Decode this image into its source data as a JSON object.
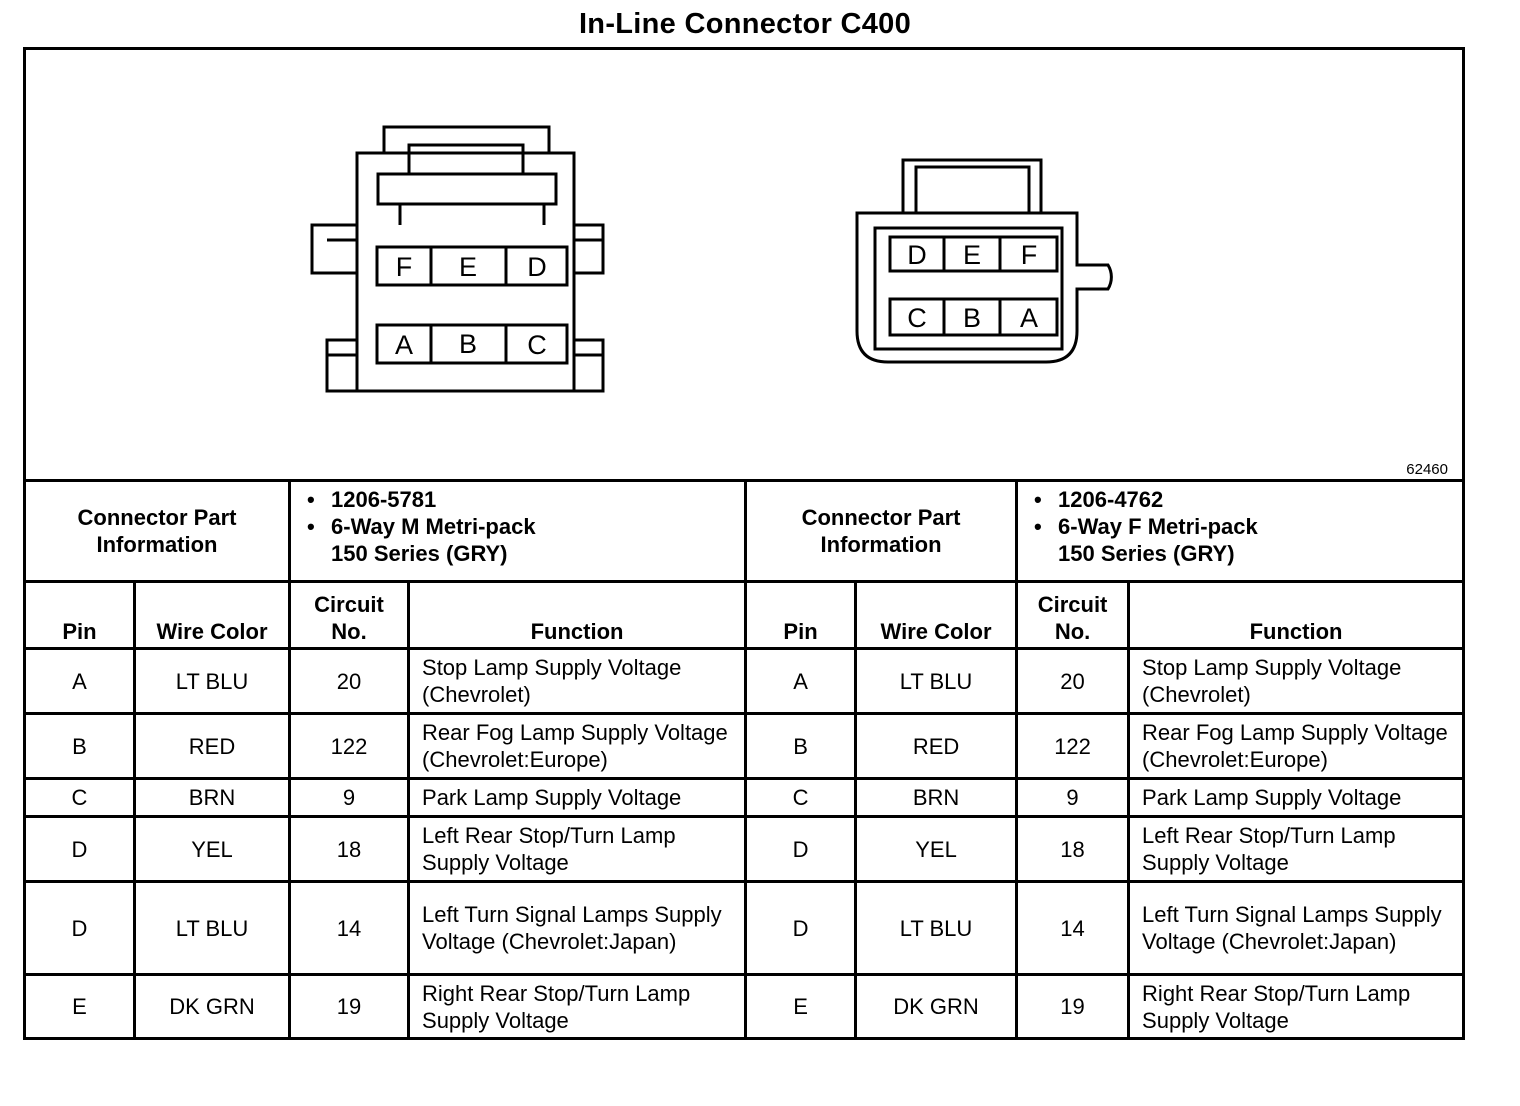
{
  "title": "In-Line Connector C400",
  "figure_number": "62460",
  "male_connector": {
    "top_row": [
      "F",
      "E",
      "D"
    ],
    "bottom_row": [
      "A",
      "B",
      "C"
    ]
  },
  "female_connector": {
    "top_row": [
      "D",
      "E",
      "F"
    ],
    "bottom_row": [
      "C",
      "B",
      "A"
    ]
  },
  "left": {
    "info_label": "Connector Part Information",
    "part_number": "1206-5781",
    "part_desc_line1": "6-Way M Metri-pack",
    "part_desc_line2": "150 Series (GRY)"
  },
  "right": {
    "info_label": "Connector Part Information",
    "part_number": "1206-4762",
    "part_desc_line1": "6-Way F Metri-pack",
    "part_desc_line2": "150 Series (GRY)"
  },
  "headers": {
    "pin": "Pin",
    "wire_color_left": "Wire Color",
    "wire_color_right": "Wire Color",
    "circuit": "Circuit No.",
    "function": "Function"
  },
  "rows": [
    {
      "pin": "A",
      "color": "LT BLU",
      "circuit": "20",
      "function": "Stop Lamp Supply Voltage (Chevrolet)"
    },
    {
      "pin": "B",
      "color": "RED",
      "circuit": "122",
      "function": "Rear Fog Lamp Supply Voltage (Chevrolet:Europe)"
    },
    {
      "pin": "C",
      "color": "BRN",
      "circuit": "9",
      "function": "Park Lamp Supply Voltage"
    },
    {
      "pin": "D",
      "color": "YEL",
      "circuit": "18",
      "function": "Left Rear Stop/Turn Lamp Supply Voltage"
    },
    {
      "pin": "D",
      "color": "LT BLU",
      "circuit": "14",
      "function": "Left Turn Signal Lamps Supply Voltage (Chevrolet:Japan)"
    },
    {
      "pin": "E",
      "color": "DK GRN",
      "circuit": "19",
      "function": "Right Rear Stop/Turn Lamp Supply Voltage"
    }
  ]
}
